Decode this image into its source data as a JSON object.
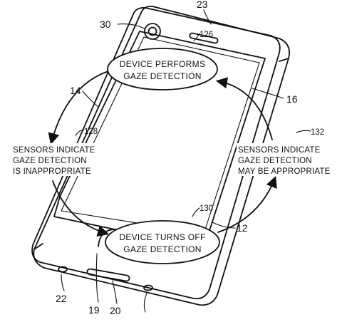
{
  "nodes": {
    "top": {
      "line1": "DEVICE PERFORMS",
      "line2": "GAZE DETECTION"
    },
    "bottom": {
      "line1": "DEVICE TURNS OFF",
      "line2": "GAZE DETECTION"
    }
  },
  "conditions": {
    "left": {
      "line1": "SENSORS INDICATE",
      "line2": "GAZE DETECTION",
      "line3": "IS INAPPROPRIATE"
    },
    "right": {
      "line1": "SENSORS INDICATE",
      "line2": "GAZE DETECTION",
      "line3": "MAY BE APPROPRIATE"
    }
  },
  "refs": {
    "r23": "23",
    "r30": "30",
    "r126": "126",
    "r14": "14",
    "r16": "16",
    "r128": "128",
    "r132": "132",
    "r130": "130",
    "r12": "12",
    "r22": "22",
    "r19": "19",
    "r20": "20"
  }
}
